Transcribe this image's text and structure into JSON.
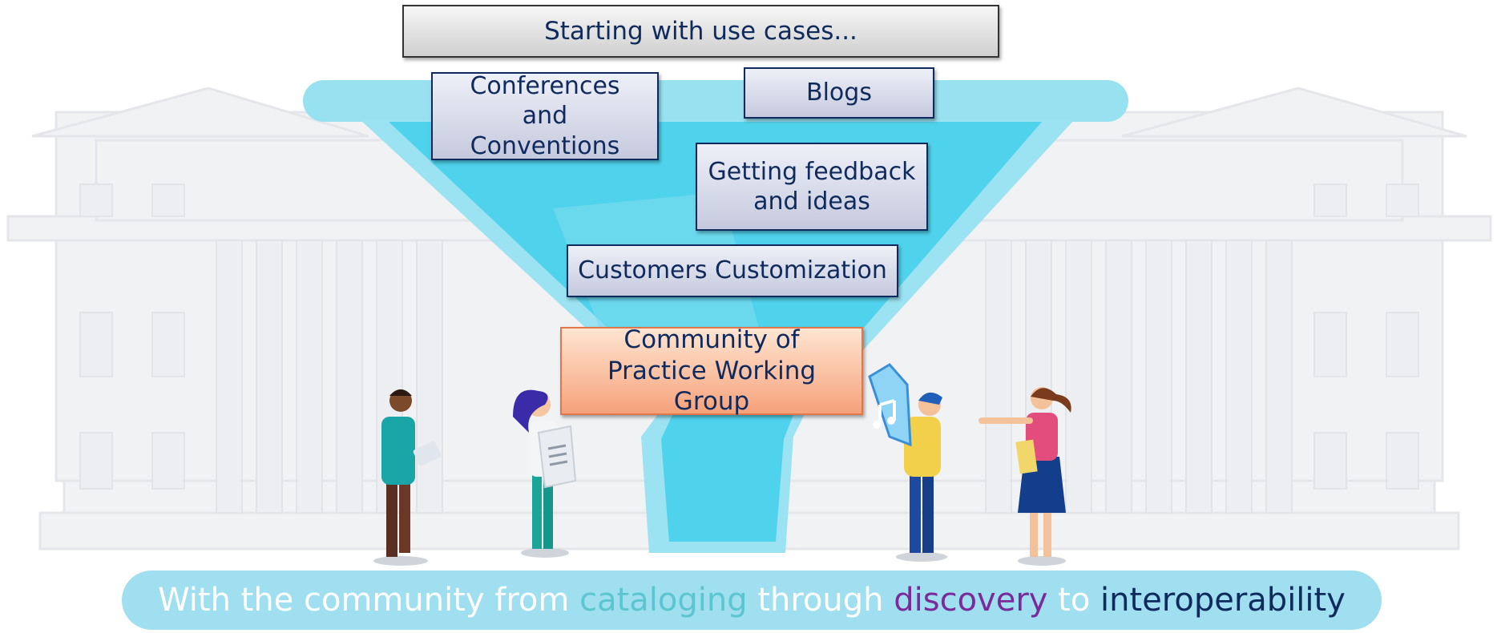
{
  "header": {
    "text": "Starting with use cases..."
  },
  "use_cases": [
    {
      "label": "Conferences and Conventions"
    },
    {
      "label": "Blogs"
    },
    {
      "label": "Getting feedback and ideas"
    },
    {
      "label": "Customers Customization"
    },
    {
      "label": "Community of Practice Working Group"
    }
  ],
  "banner": {
    "parts": [
      {
        "text": "With the community from ",
        "color": "#ffffff"
      },
      {
        "text": "cataloging",
        "color": "#5cc6d0"
      },
      {
        "text": " through ",
        "color": "#ffffff"
      },
      {
        "text": "discovery",
        "color": "#7a2a9a"
      },
      {
        "text": " to ",
        "color": "#ffffff"
      },
      {
        "text": "interoperability",
        "color": "#0f2a5c"
      }
    ]
  },
  "colors": {
    "funnel_light": "#9be2f2",
    "funnel_main": "#4fd2ec",
    "box_border": "#0f2a5c",
    "highlight_fill": "#f6a27a"
  },
  "icons": [
    "music-note-icon",
    "document-icon"
  ]
}
